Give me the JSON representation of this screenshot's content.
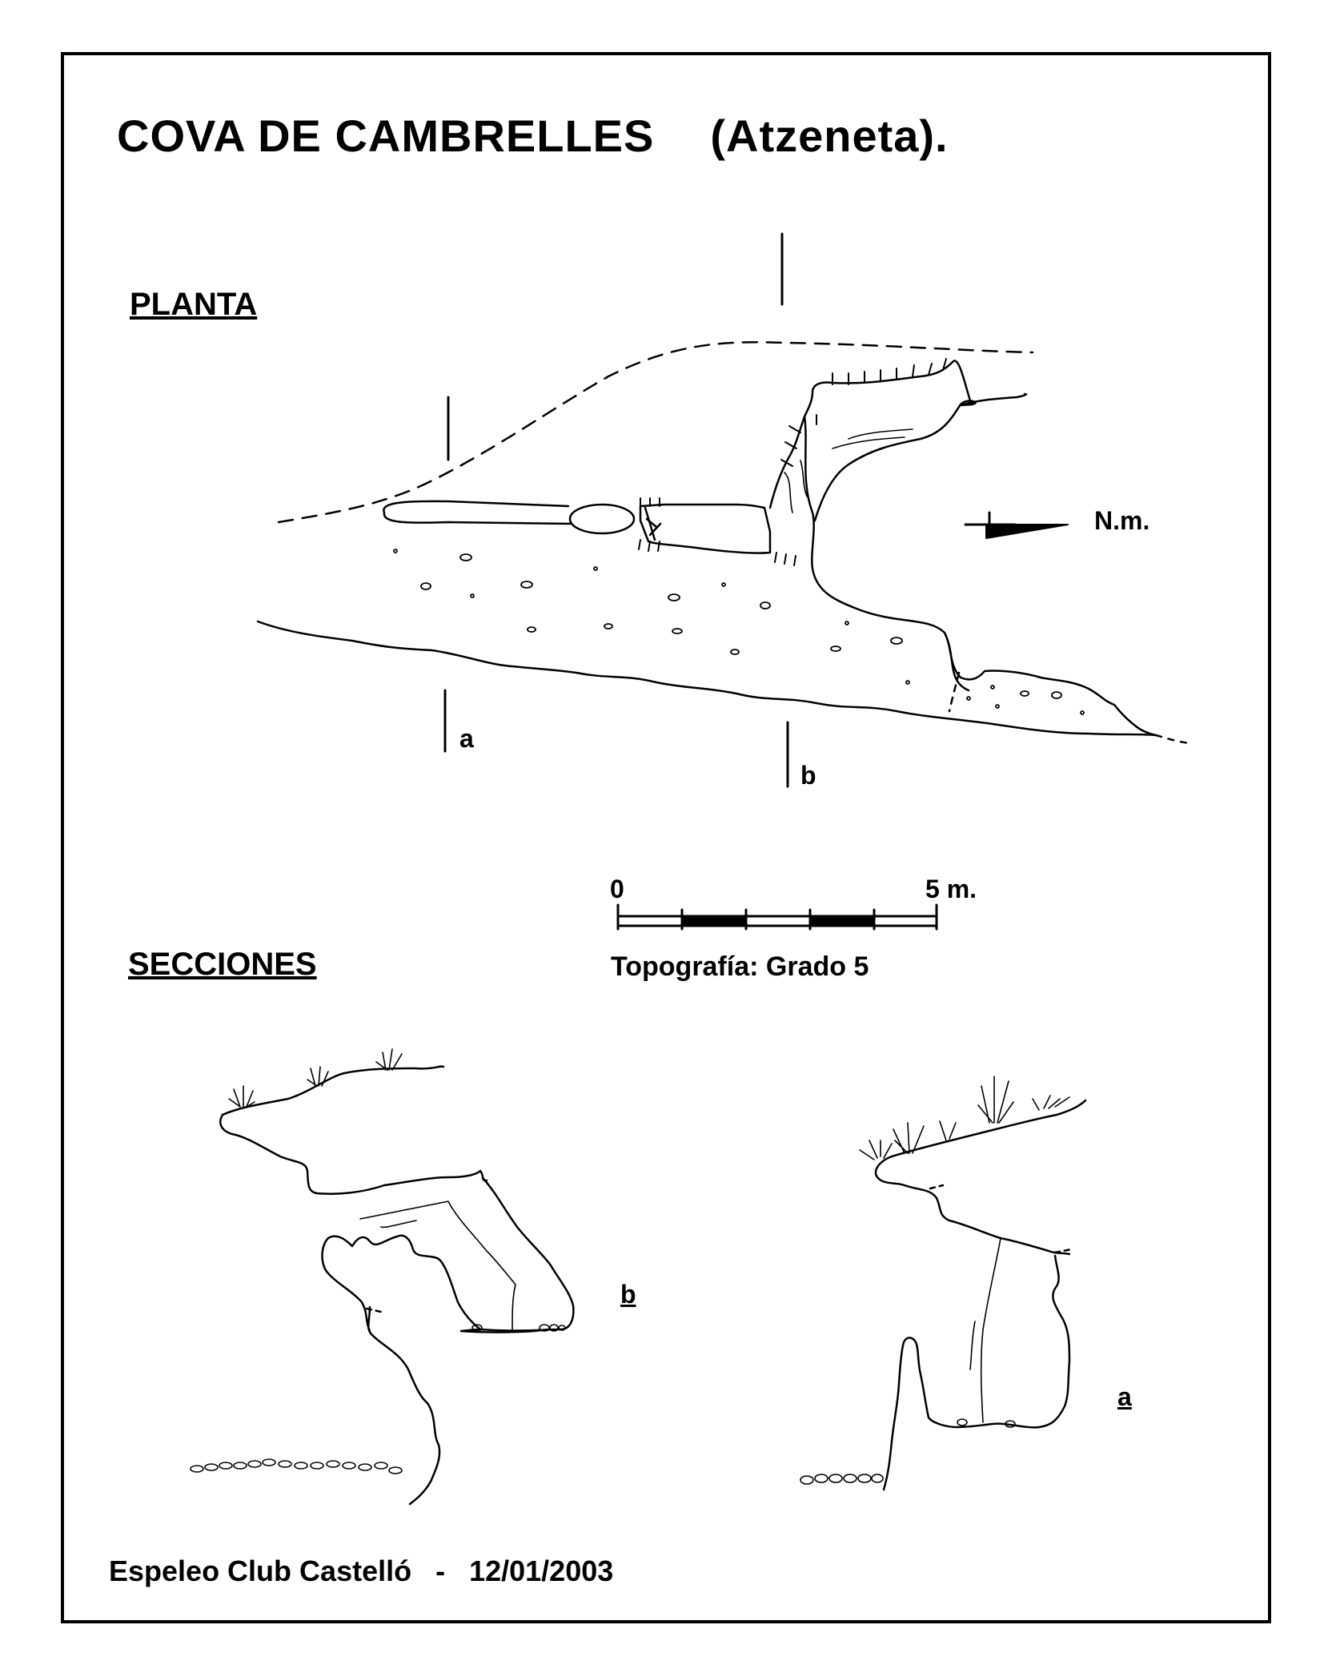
{
  "title": {
    "name": "COVA  DE  CAMBRELLES",
    "location": "(Atzeneta)."
  },
  "plan": {
    "heading": "PLANTA",
    "section_a_label": "a",
    "section_b_label": "b",
    "north_label": "N.m."
  },
  "scale": {
    "start_label": "0",
    "end_label": "5 m.",
    "survey_grade": "Topografía:  Grado 5"
  },
  "sections": {
    "heading": "SECCIONES",
    "section_b_label": "b",
    "section_a_label": "a"
  },
  "footer": {
    "club": "Espeleo Club Castelló",
    "separator": "-",
    "date": "12/01/2003"
  },
  "icons": [
    "north-arrow-icon",
    "scale-bar-icon",
    "grass-tuft-icon",
    "rubble-icon"
  ]
}
